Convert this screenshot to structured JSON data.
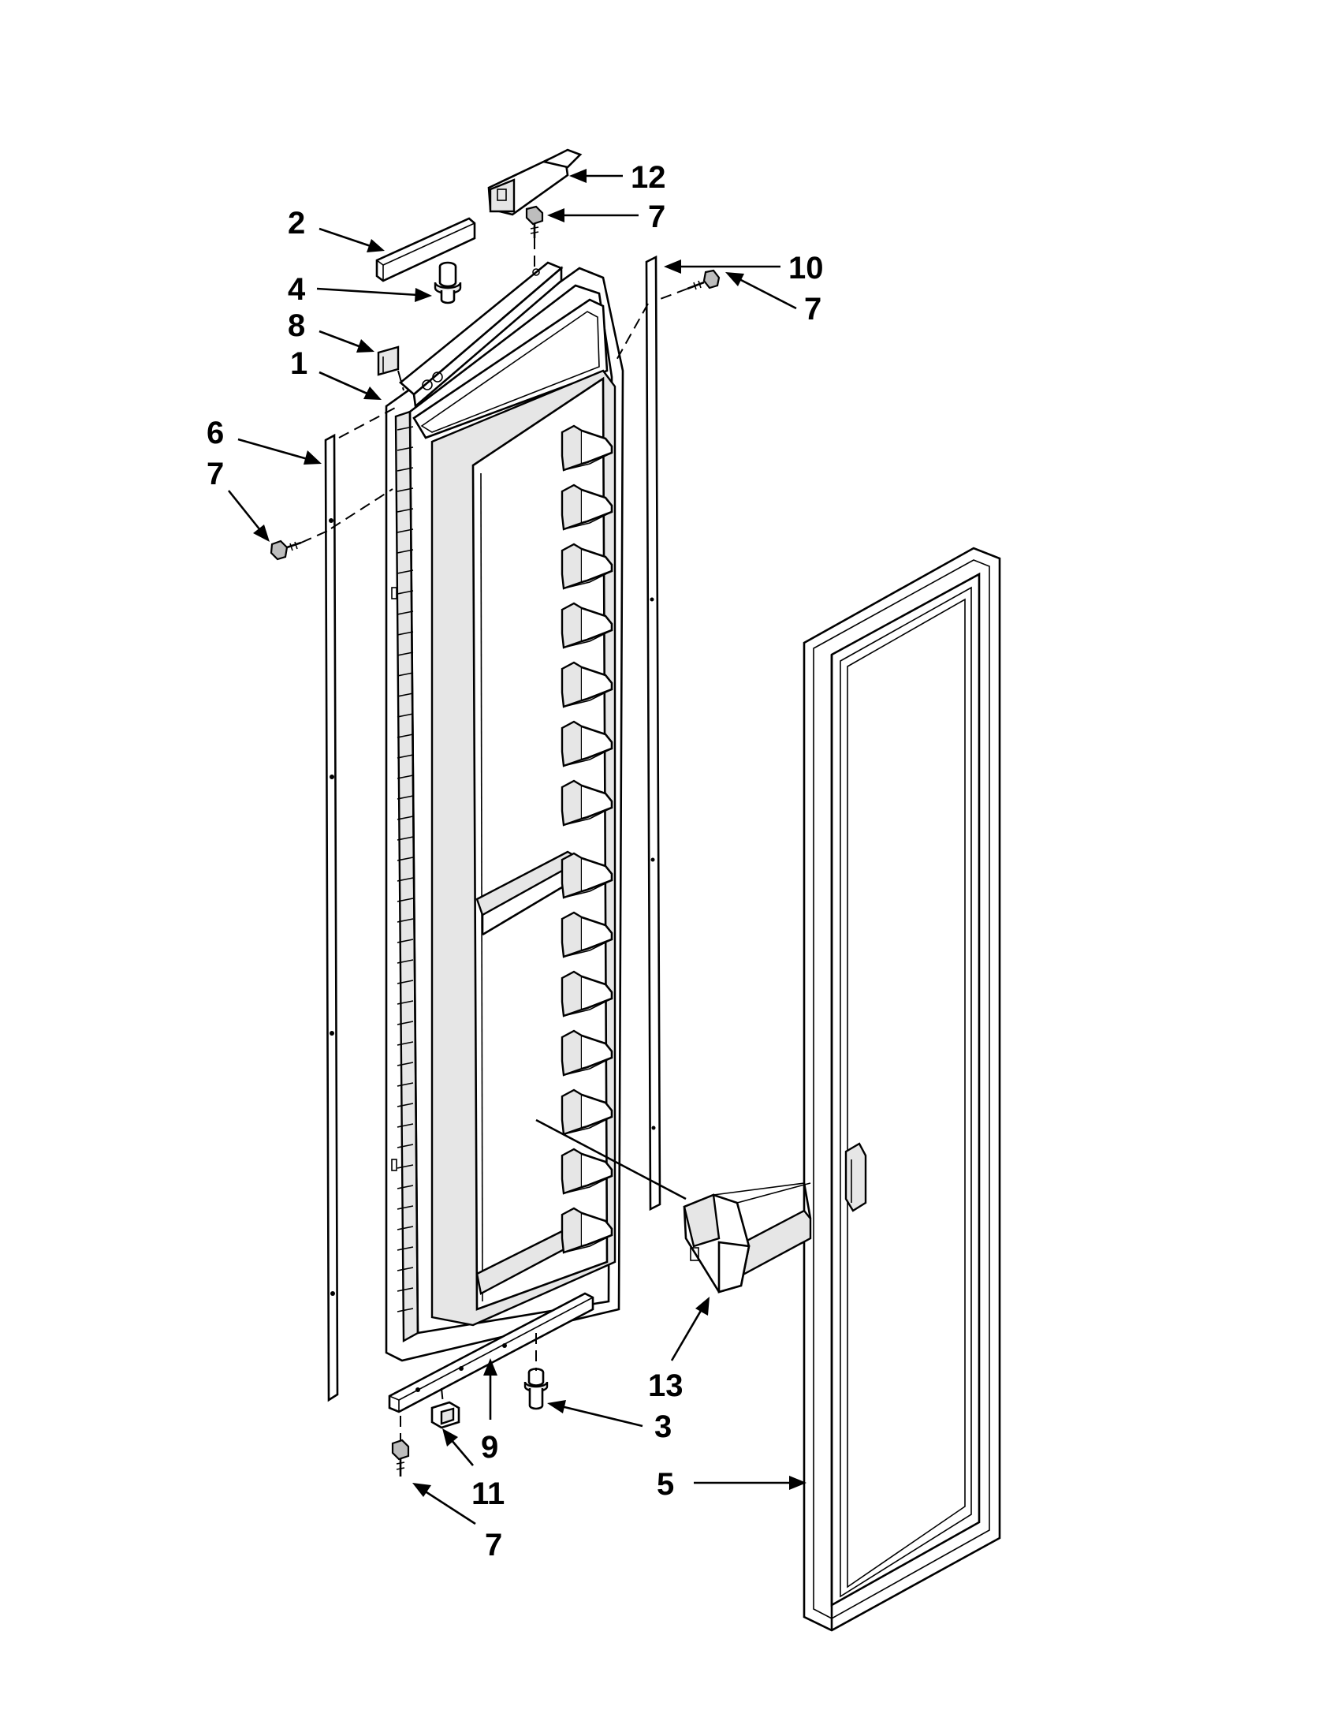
{
  "callouts": [
    {
      "id": "12",
      "text": "12"
    },
    {
      "id": "7a",
      "text": "7"
    },
    {
      "id": "2",
      "text": "2"
    },
    {
      "id": "10",
      "text": "10"
    },
    {
      "id": "4",
      "text": "4"
    },
    {
      "id": "7b",
      "text": "7"
    },
    {
      "id": "8",
      "text": "8"
    },
    {
      "id": "1",
      "text": "1"
    },
    {
      "id": "6",
      "text": "6"
    },
    {
      "id": "7c",
      "text": "7"
    },
    {
      "id": "13",
      "text": "13"
    },
    {
      "id": "9",
      "text": "9"
    },
    {
      "id": "3",
      "text": "3"
    },
    {
      "id": "5",
      "text": "5"
    },
    {
      "id": "11",
      "text": "11"
    },
    {
      "id": "7d",
      "text": "7"
    }
  ]
}
